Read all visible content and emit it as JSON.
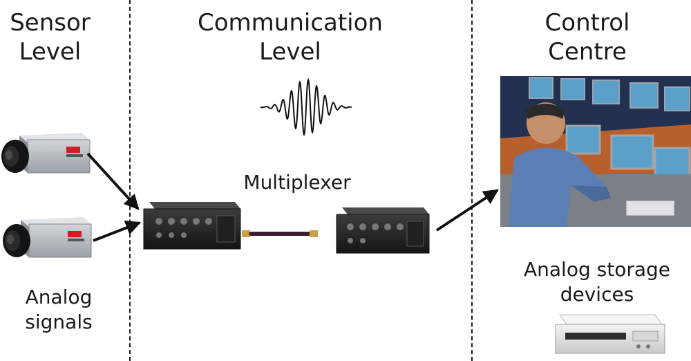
{
  "headers": {
    "sensor": "Sensor\nLevel",
    "communication": "Communication\nLevel",
    "control": "Control\nCentre"
  },
  "labels": {
    "multiplexer": "Multiplexer",
    "analog_signals": "Analog\nsignals",
    "analog_storage": "Analog storage\ndevices"
  },
  "icons": {
    "camera": "camera-icon",
    "multiplexer": "multiplexer-icon",
    "cable": "cable-icon",
    "waveform": "waveform-icon",
    "control_room": "control-room-photo",
    "storage": "storage-device-icon"
  },
  "colors": {
    "camera_body": "#b7bcc2",
    "camera_lens": "#141414",
    "camera_brand": "#cc2020",
    "multiplexer_body": "#2a2a2a",
    "cable": "#3b1f2e",
    "cable_tip": "#c9a24a",
    "control_room_bg": "#2f3f6b",
    "monitor_screen": "#5aa0c8",
    "console_wood": "#b8602d",
    "shirt": "#5b7fb5",
    "storage_body": "#e7e7e7"
  }
}
